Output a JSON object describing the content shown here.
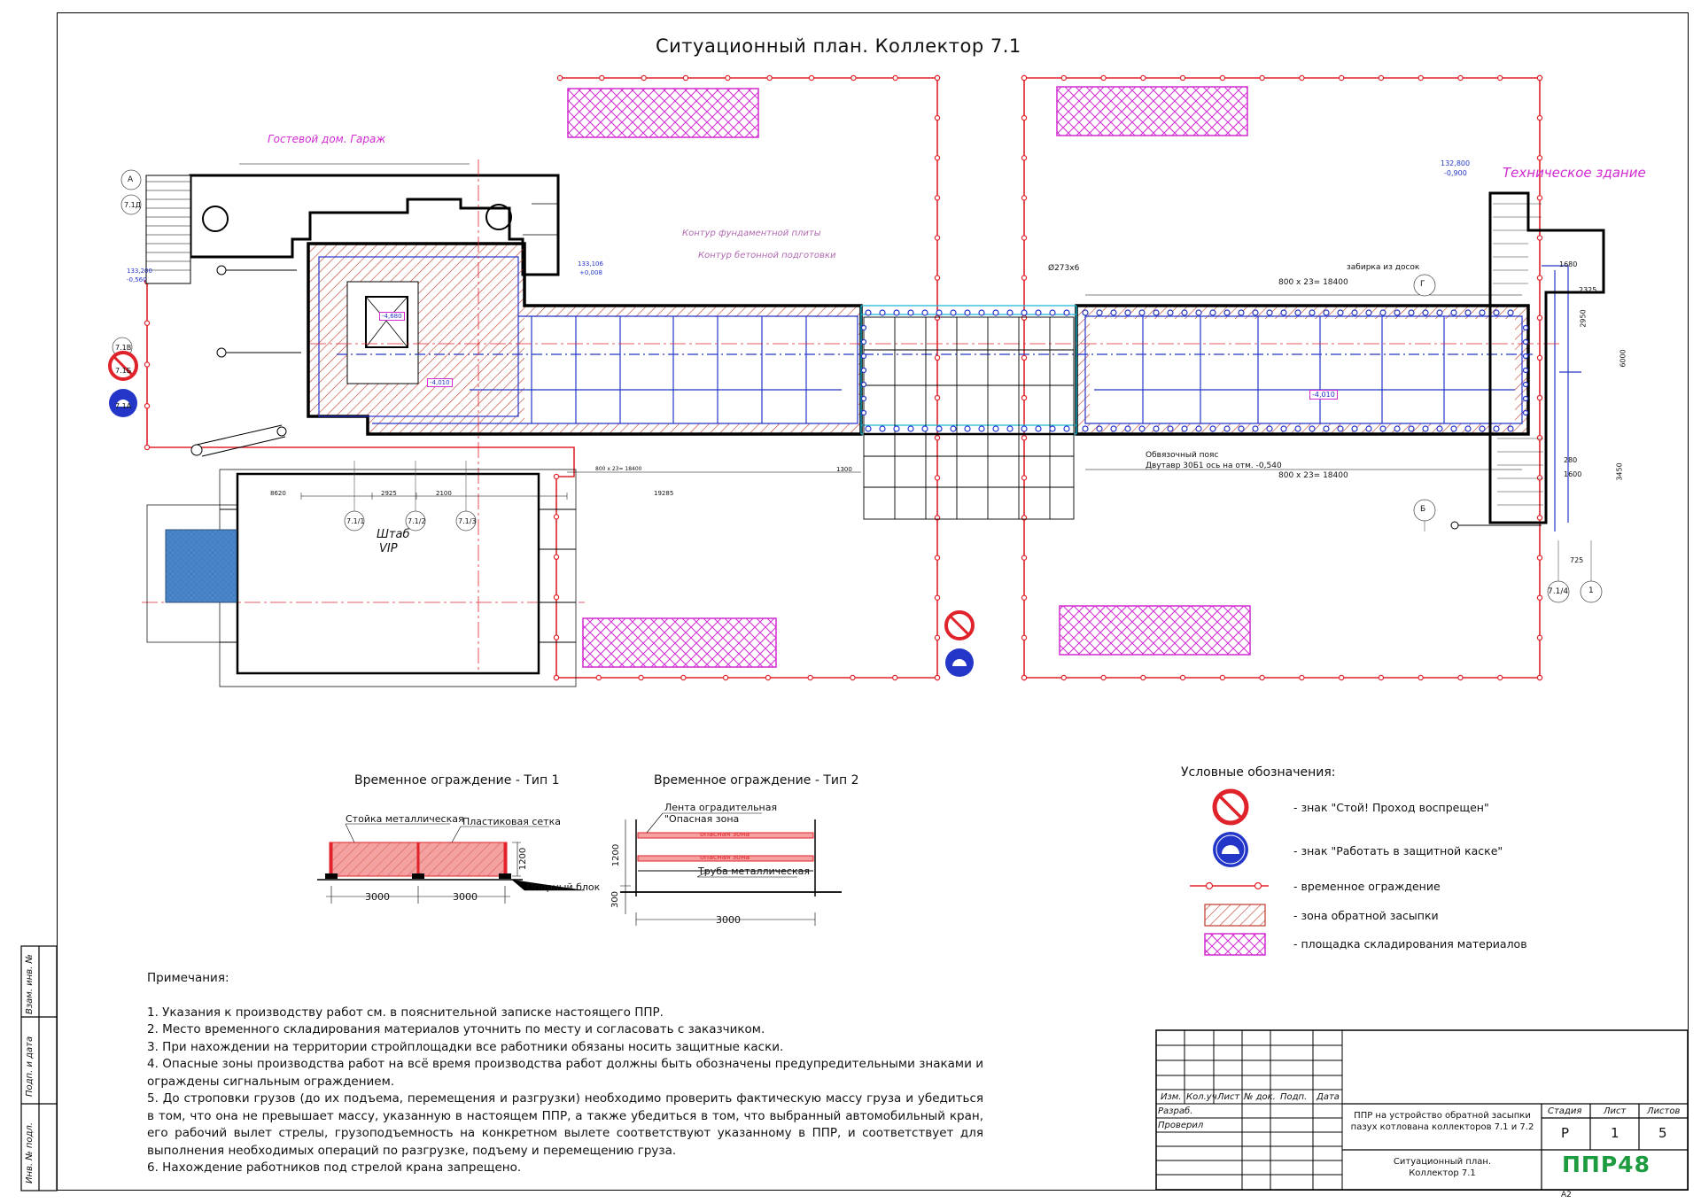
{
  "drawing": {
    "title": "Ситуационный план. Коллектор 7.1",
    "buildings": {
      "guest_house": "Гостевой дом. Гараж",
      "tech_building": "Техническое здание",
      "hq": "Штаб",
      "hq_sub": "VIP"
    },
    "annotations": {
      "foundation_contour": "Контур фундаментной плиты",
      "concrete_contour": "Контур бетонной подготовки",
      "lagging": "забирка из досок",
      "girth_belt": "Обвязочный пояс",
      "girth_belt_spec": "Двутавр 30Б1 ось на отм. -0,540",
      "pipe_d273": "Ø273х6",
      "dim_top_right": "800 х 23= 18400",
      "dim_bottom_right": "800 х 23= 18400",
      "dim_bottom_left": "800 х 23= 18400",
      "elev_left_top": "133,200",
      "elev_left_bottom": "-0,560",
      "elev_right_top": "132,800",
      "elev_right_bottom": "-0,900",
      "elev_mid_top": "133,106",
      "elev_mid_bottom": "+0,008",
      "mark_pit_1": "-4,680",
      "mark_pit_2": "-4,010",
      "mark_pit_3": "-4,010",
      "axis_a": "А",
      "axis_71d": "7.1Д",
      "axis_71v": "7.1В",
      "axis_71b": "7.1Б",
      "axis_71a": "7.1А",
      "axis_g": "Г",
      "axis_b": "Б",
      "axis_711": "7.1/1",
      "axis_712": "7.1/2",
      "axis_713": "7.1/3",
      "axis_714": "7.1/4",
      "axis_1": "1"
    },
    "dims": {
      "d2925": "2925",
      "d2100": "2100",
      "d19285": "19285",
      "d1680": "1680",
      "d2325": "2325",
      "d2950": "2950",
      "d6000": "6000",
      "d280": "280",
      "d1600": "1600",
      "d3450": "3450",
      "d725": "725",
      "d8620": "8620",
      "d1300": "1300"
    }
  },
  "fence_types": {
    "type1": {
      "title": "Временное ограждение - Тип 1",
      "post_label": "Стойка металлическая",
      "mesh_label": "Пластиковая сетка",
      "block_label": "Опорный блок",
      "dim_height": "1200",
      "dim_span_1": "3000",
      "dim_span_2": "3000"
    },
    "type2": {
      "title": "Временное ограждение - Тип 2",
      "tape_label": "Лента оградительная",
      "tape_sub": "\"Опасная зона",
      "tape_text_1": "опасная зона",
      "tape_text_2": "опасная зона",
      "pipe_label": "Труба металлическая",
      "dim_height": "1200",
      "dim_bottom": "300",
      "dim_span": "3000"
    }
  },
  "legend": {
    "title": "Условные обозначения:",
    "items": [
      {
        "label": "- знак \"Стой! Проход воспрещен\""
      },
      {
        "label": "- знак \"Работать в защитной каске\""
      },
      {
        "label": "- временное ограждение"
      },
      {
        "label": "- зона обратной засыпки"
      },
      {
        "label": "- площадка складирования материалов"
      }
    ]
  },
  "notes": {
    "heading": "Примечания:",
    "items": [
      "1.  Указания к производству работ см. в пояснительной записке настоящего ППР.",
      "2. Место временного складирования материалов уточнить по месту и согласовать с заказчиком.",
      "3. При нахождении на территории стройплощадки все работники обязаны носить защитные каски.",
      "4.       Опасные зоны производства работ на всё время производства работ должны быть обозначены предупредительными знаками и ограждены сигнальным ограждением.",
      "5.  До строповки грузов (до их подъема, перемещения и разгрузки) необходимо проверить фактическую массу груза и убедиться в том, что она не превышает массу, указанную в настоящем ППР, а также убедиться в том, что выбранный автомобильный кран, его рабочий вылет стрелы, грузоподъемность на конкретном вылете соответствуют указанному в ППР, и соответствует для выполнения необходимых операций по разгрузке, подъему и перемещению груза.",
      "6. Нахождение работников под стрелой крана запрещено."
    ]
  },
  "title_block": {
    "col_izm": "Изм.",
    "col_koluch": "Кол.уч",
    "col_list": "Лист",
    "col_ndok": "№ док.",
    "col_podp": "Подп.",
    "col_data": "Дата",
    "row_razrab": "Разраб.",
    "row_proveril": "Проверил",
    "project_title": "ППР на устройство обратной засыпки пазух котлована коллекторов 7.1 и 7.2",
    "sheet_title_1": "Ситуационный план.",
    "sheet_title_2": "Коллектор 7.1",
    "stage_label": "Стадия",
    "sheet_label": "Лист",
    "sheets_label": "Листов",
    "stage_value": "Р",
    "sheet_value": "1",
    "sheets_value": "5",
    "company_logo": "ППР48",
    "format": "А2"
  },
  "side_stamp": {
    "vzam": "Взам. инв. №",
    "podp": "Подп. и дата",
    "inv": "Инв. № подл."
  },
  "colors": {
    "fence_red": "#e0232b",
    "magenta": "#d22bd2",
    "blue": "#2436c8",
    "cyan": "#1ab8d6",
    "logo_green": "#1d9c3f",
    "storage_blue": "#4a86c8"
  }
}
